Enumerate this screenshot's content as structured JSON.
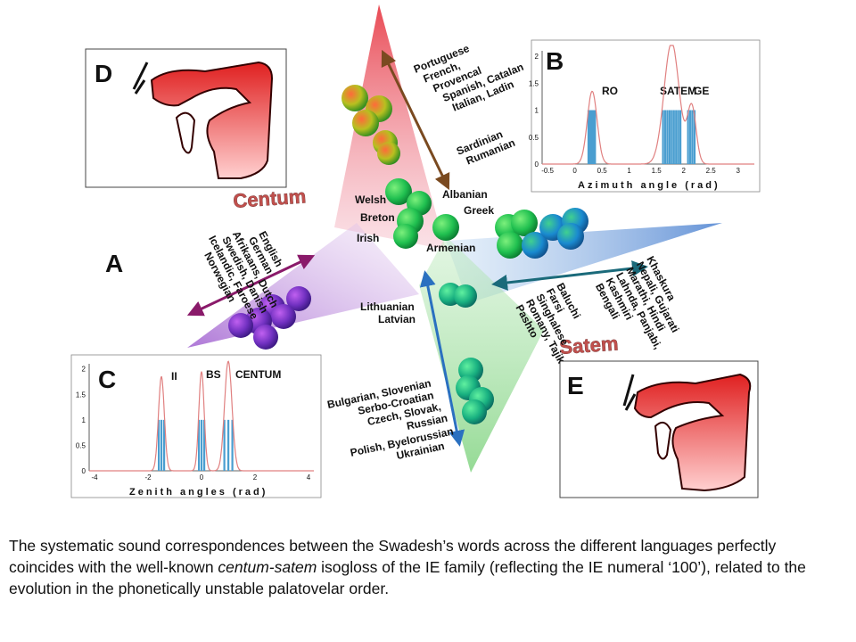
{
  "panels": {
    "A": "A",
    "B": "B",
    "C": "C",
    "D": "D",
    "E": "E"
  },
  "group_labels": {
    "centum": "Centum",
    "satem": "Satem"
  },
  "languages": {
    "romance": [
      "Portuguese",
      "French,",
      "Provencal",
      "Spanish, Catalan",
      "Italian, Ladin"
    ],
    "sardinian": [
      "Sardinian",
      "Rumanian"
    ],
    "celtic": [
      "Welsh",
      "Breton",
      "Irish"
    ],
    "albanian": "Albanian",
    "greek": "Greek",
    "armenian": "Armenian",
    "germanic": [
      "English",
      "German",
      "Afrikaans, Dutch",
      "Swedish, Danish",
      "Icelandic, Faroese",
      "Norwegian"
    ],
    "baltic": [
      "Lithuanian",
      "Latvian"
    ],
    "slavic": [
      "Bulgarian, Slovenian",
      "Serbo-Croatian",
      "Czech, Slovak,",
      "Russian",
      "Polish, Byelorussian",
      "Ukrainian"
    ],
    "indo_iranian_a": [
      "Khaskura",
      "Nepali, Gujarati",
      "Marathi, Hindi",
      "Lahnda, Panjabi,",
      "Kashmiri",
      "Bengali"
    ],
    "indo_iranian_b": [
      "Baluchi",
      "Farsi",
      "Singhalese",
      "Romany, Tajik",
      "Pashto"
    ]
  },
  "chart_B": {
    "peak_labels": [
      "RO",
      "SATEM",
      "GE"
    ],
    "x_ticks": [
      "-0.5",
      "0",
      "0.5",
      "1",
      "1.5",
      "2",
      "2.5",
      "3"
    ],
    "y_ticks": [
      "0",
      "0.5",
      "1",
      "1.5",
      "2"
    ],
    "axis_title": "Azimuth angle (rad)"
  },
  "chart_C": {
    "peak_labels": [
      "II",
      "BS",
      "CENTUM"
    ],
    "x_ticks": [
      "-4",
      "-2",
      "0",
      "2",
      "4"
    ],
    "y_ticks": [
      "0",
      "0.5",
      "1",
      "1.5",
      "2"
    ],
    "axis_title": "Zenith angles (rad)"
  },
  "chart_data": [
    {
      "type": "area",
      "xlabel": "Azimuth angle (rad)",
      "xlim": [
        -0.6,
        3.3
      ],
      "ylim": [
        0,
        2.1
      ],
      "bars": [
        0.25,
        0.28,
        0.31,
        0.34,
        0.37,
        1.62,
        1.66,
        1.7,
        1.74,
        1.78,
        1.82,
        1.86,
        1.9,
        1.94,
        2.08,
        2.12,
        2.16,
        2.2
      ],
      "bar_height": 1,
      "peaks": [
        {
          "name": "RO",
          "center": 0.32,
          "height": 1.35,
          "width": 0.09
        },
        {
          "name": "SATEM",
          "center": 1.78,
          "height": 2.25,
          "width": 0.14
        },
        {
          "name": "GE",
          "center": 2.15,
          "height": 1.05,
          "width": 0.08
        }
      ]
    },
    {
      "type": "area",
      "xlabel": "Zenith angles (rad)",
      "xlim": [
        -4.2,
        4.2
      ],
      "ylim": [
        0,
        2.1
      ],
      "bars": [
        -1.6,
        -1.5,
        -1.4,
        -0.1,
        0.0,
        0.1,
        0.85,
        1.0,
        1.15
      ],
      "bar_height": 1,
      "peaks": [
        {
          "name": "II",
          "center": -1.5,
          "height": 1.85,
          "width": 0.11
        },
        {
          "name": "BS",
          "center": 0.0,
          "height": 1.95,
          "width": 0.1
        },
        {
          "name": "CENTUM",
          "center": 1.0,
          "height": 2.15,
          "width": 0.14
        }
      ]
    }
  ],
  "caption": {
    "part1": "The systematic sound correspondences between the Swadesh’s words across the different languages perfectly coincides with the well-known ",
    "italic": "centum-satem",
    "part2": " isogloss of the IE family (reflecting the IE numeral ‘100’), related to the evolution in the phonetically unstable palatovelar order."
  },
  "colors": {
    "red_cone": "#e8404a",
    "blue_cone": "#4a80d0",
    "purple_cone": "#a060d0",
    "green_area": "#7ad17a",
    "curve": "#e08080",
    "bars": "#4a9ed0"
  }
}
